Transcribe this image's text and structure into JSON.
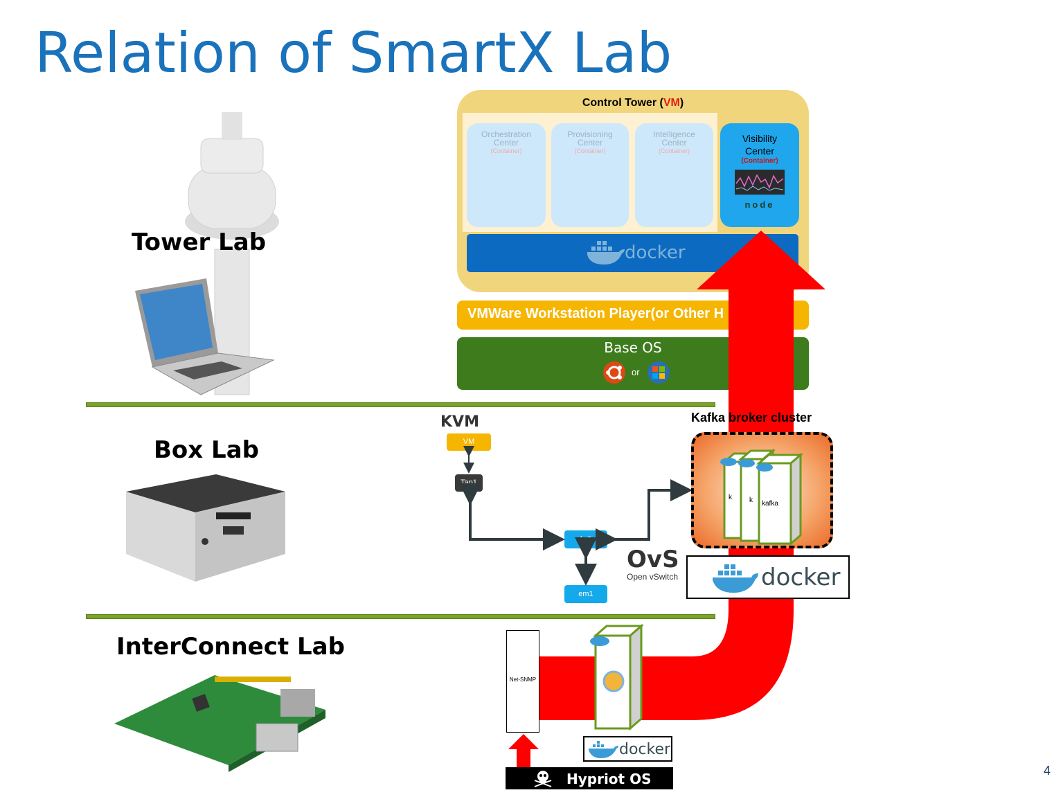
{
  "title": "Relation of SmartX Lab",
  "labs": {
    "tower": "Tower Lab",
    "box": "Box Lab",
    "interconnect": "InterConnect Lab"
  },
  "control_tower": {
    "title_prefix": "Control Tower (",
    "title_vm": "VM",
    "title_suffix": ")",
    "centers": [
      {
        "line1": "Orchestration",
        "line2": "Center",
        "sub": "(Container)"
      },
      {
        "line1": "Provisioning",
        "line2": "Center",
        "sub": "(Container)"
      },
      {
        "line1": "Intelligence",
        "line2": "Center",
        "sub": "(Container)"
      }
    ],
    "visibility": {
      "line1": "Visibility",
      "line2": "Center",
      "sub": "(Container)",
      "logo_text": "node"
    },
    "docker_text": "docker"
  },
  "vmware_label": "VMWare Workstation Player(or Other H",
  "vmware_tail": ")",
  "base_os": {
    "label": "Base OS",
    "or": "or"
  },
  "box_lab": {
    "kvm": "KVM",
    "vm": "VM",
    "tap": "Tap1",
    "br0": "br0",
    "em1": "em1",
    "ovs_big": "OvS",
    "ovs_small": "Open vSwitch",
    "kafka_cluster": "Kafka broker cluster",
    "kafka_text": "kafka",
    "kafka_short": "k",
    "docker_text": "docker"
  },
  "interconnect": {
    "netsnmp": "Net-SNMP",
    "docker_text": "docker",
    "hypriot": "Hypriot OS"
  },
  "page_number": "4",
  "colors": {
    "title": "#1a72bb",
    "tower_bg": "#f1d57c",
    "docker_blue": "#0c6ac1",
    "vmware_yellow": "#f5b500",
    "baseos_green": "#3e7b1d",
    "arrow_red": "#ff0000",
    "divider_green": "#7aa32a",
    "node_blue": "#14a9ea"
  },
  "icons": [
    "airport-tower-icon",
    "laptop-icon",
    "nuc-icon",
    "raspberry-pi-icon",
    "docker-whale-icon",
    "ubuntu-icon",
    "windows-icon",
    "skull-icon"
  ]
}
